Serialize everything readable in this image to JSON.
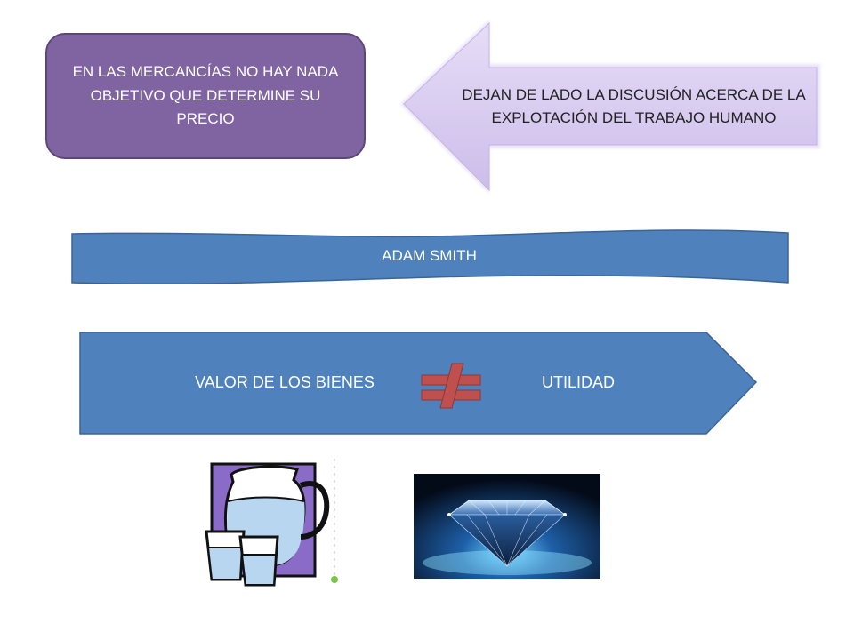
{
  "left_box": {
    "text": "EN LAS MERCANCÍAS NO HAY NADA OBJETIVO QUE DETERMINE SU PRECIO"
  },
  "arrow": {
    "text": "DEJAN DE LADO LA DISCUSIÓN ACERCA DE LA EXPLOTACIÓN DEL TRABAJO HUMANO"
  },
  "banner": {
    "text": "ADAM SMITH"
  },
  "comparison": {
    "left": "VALOR DE LOS BIENES",
    "right": "UTILIDAD"
  },
  "colors": {
    "purple": "#8064a2",
    "lavender": "#d9cdf0",
    "blue": "#4f81bd",
    "red_symbol": "#c0504d"
  },
  "images": [
    "water-pitcher-illustration",
    "diamond-photo"
  ]
}
